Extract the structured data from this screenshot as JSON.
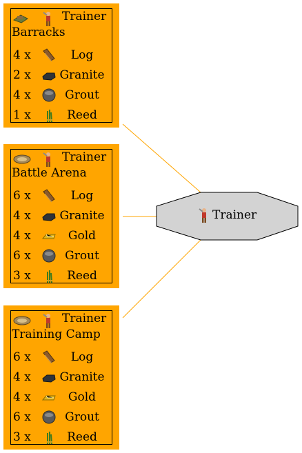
{
  "colors": {
    "card": "#ffa500",
    "edge": "#ffa500",
    "node_fill": "#d3d3d3"
  },
  "target": {
    "label": "Trainer",
    "icon": "trainer-icon"
  },
  "cards": [
    {
      "building": "Barracks",
      "worker": "Trainer",
      "building_icon": "barracks-icon",
      "costs": [
        {
          "qty": "4 x",
          "name": "Log",
          "icon": "log-icon"
        },
        {
          "qty": "2 x",
          "name": "Granite",
          "icon": "granite-icon"
        },
        {
          "qty": "4 x",
          "name": "Grout",
          "icon": "grout-icon"
        },
        {
          "qty": "1 x",
          "name": "Reed",
          "icon": "reed-icon"
        }
      ]
    },
    {
      "building": "Battle Arena",
      "worker": "Trainer",
      "building_icon": "battle-arena-icon",
      "costs": [
        {
          "qty": "6 x",
          "name": "Log",
          "icon": "log-icon"
        },
        {
          "qty": "4 x",
          "name": "Granite",
          "icon": "granite-icon"
        },
        {
          "qty": "4 x",
          "name": "Gold",
          "icon": "gold-icon"
        },
        {
          "qty": "6 x",
          "name": "Grout",
          "icon": "grout-icon"
        },
        {
          "qty": "3 x",
          "name": "Reed",
          "icon": "reed-icon"
        }
      ]
    },
    {
      "building": "Training Camp",
      "worker": "Trainer",
      "building_icon": "training-camp-icon",
      "costs": [
        {
          "qty": "6 x",
          "name": "Log",
          "icon": "log-icon"
        },
        {
          "qty": "4 x",
          "name": "Granite",
          "icon": "granite-icon"
        },
        {
          "qty": "4 x",
          "name": "Gold",
          "icon": "gold-icon"
        },
        {
          "qty": "6 x",
          "name": "Grout",
          "icon": "grout-icon"
        },
        {
          "qty": "3 x",
          "name": "Reed",
          "icon": "reed-icon"
        }
      ]
    }
  ]
}
